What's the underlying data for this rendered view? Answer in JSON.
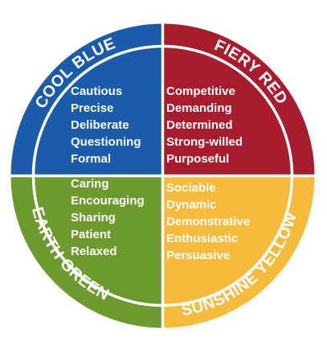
{
  "diagram": {
    "quadrants": [
      {
        "id": "cool-blue",
        "label": "COOL BLUE",
        "color": "#1a5bab",
        "traits": [
          "Cautious",
          "Precise",
          "Deliberate",
          "Questioning",
          "Formal"
        ]
      },
      {
        "id": "fiery-red",
        "label": "FIERY RED",
        "color": "#a81c2e",
        "traits": [
          "Competitive",
          "Demanding",
          "Determined",
          "Strong-willed",
          "Purposeful"
        ]
      },
      {
        "id": "earth-green",
        "label": "EARTH GREEN",
        "color": "#6c9a2c",
        "traits": [
          "Caring",
          "Encouraging",
          "Sharing",
          "Patient",
          "Relaxed"
        ]
      },
      {
        "id": "sunshine-yellow",
        "label": "SUNSHINE YELLOW",
        "color": "#f7bb3c",
        "traits": [
          "Sociable",
          "Dynamic",
          "Demonstrative",
          "Enthusiastic",
          "Persuasive"
        ]
      }
    ],
    "divider_color": "#ffffff"
  }
}
